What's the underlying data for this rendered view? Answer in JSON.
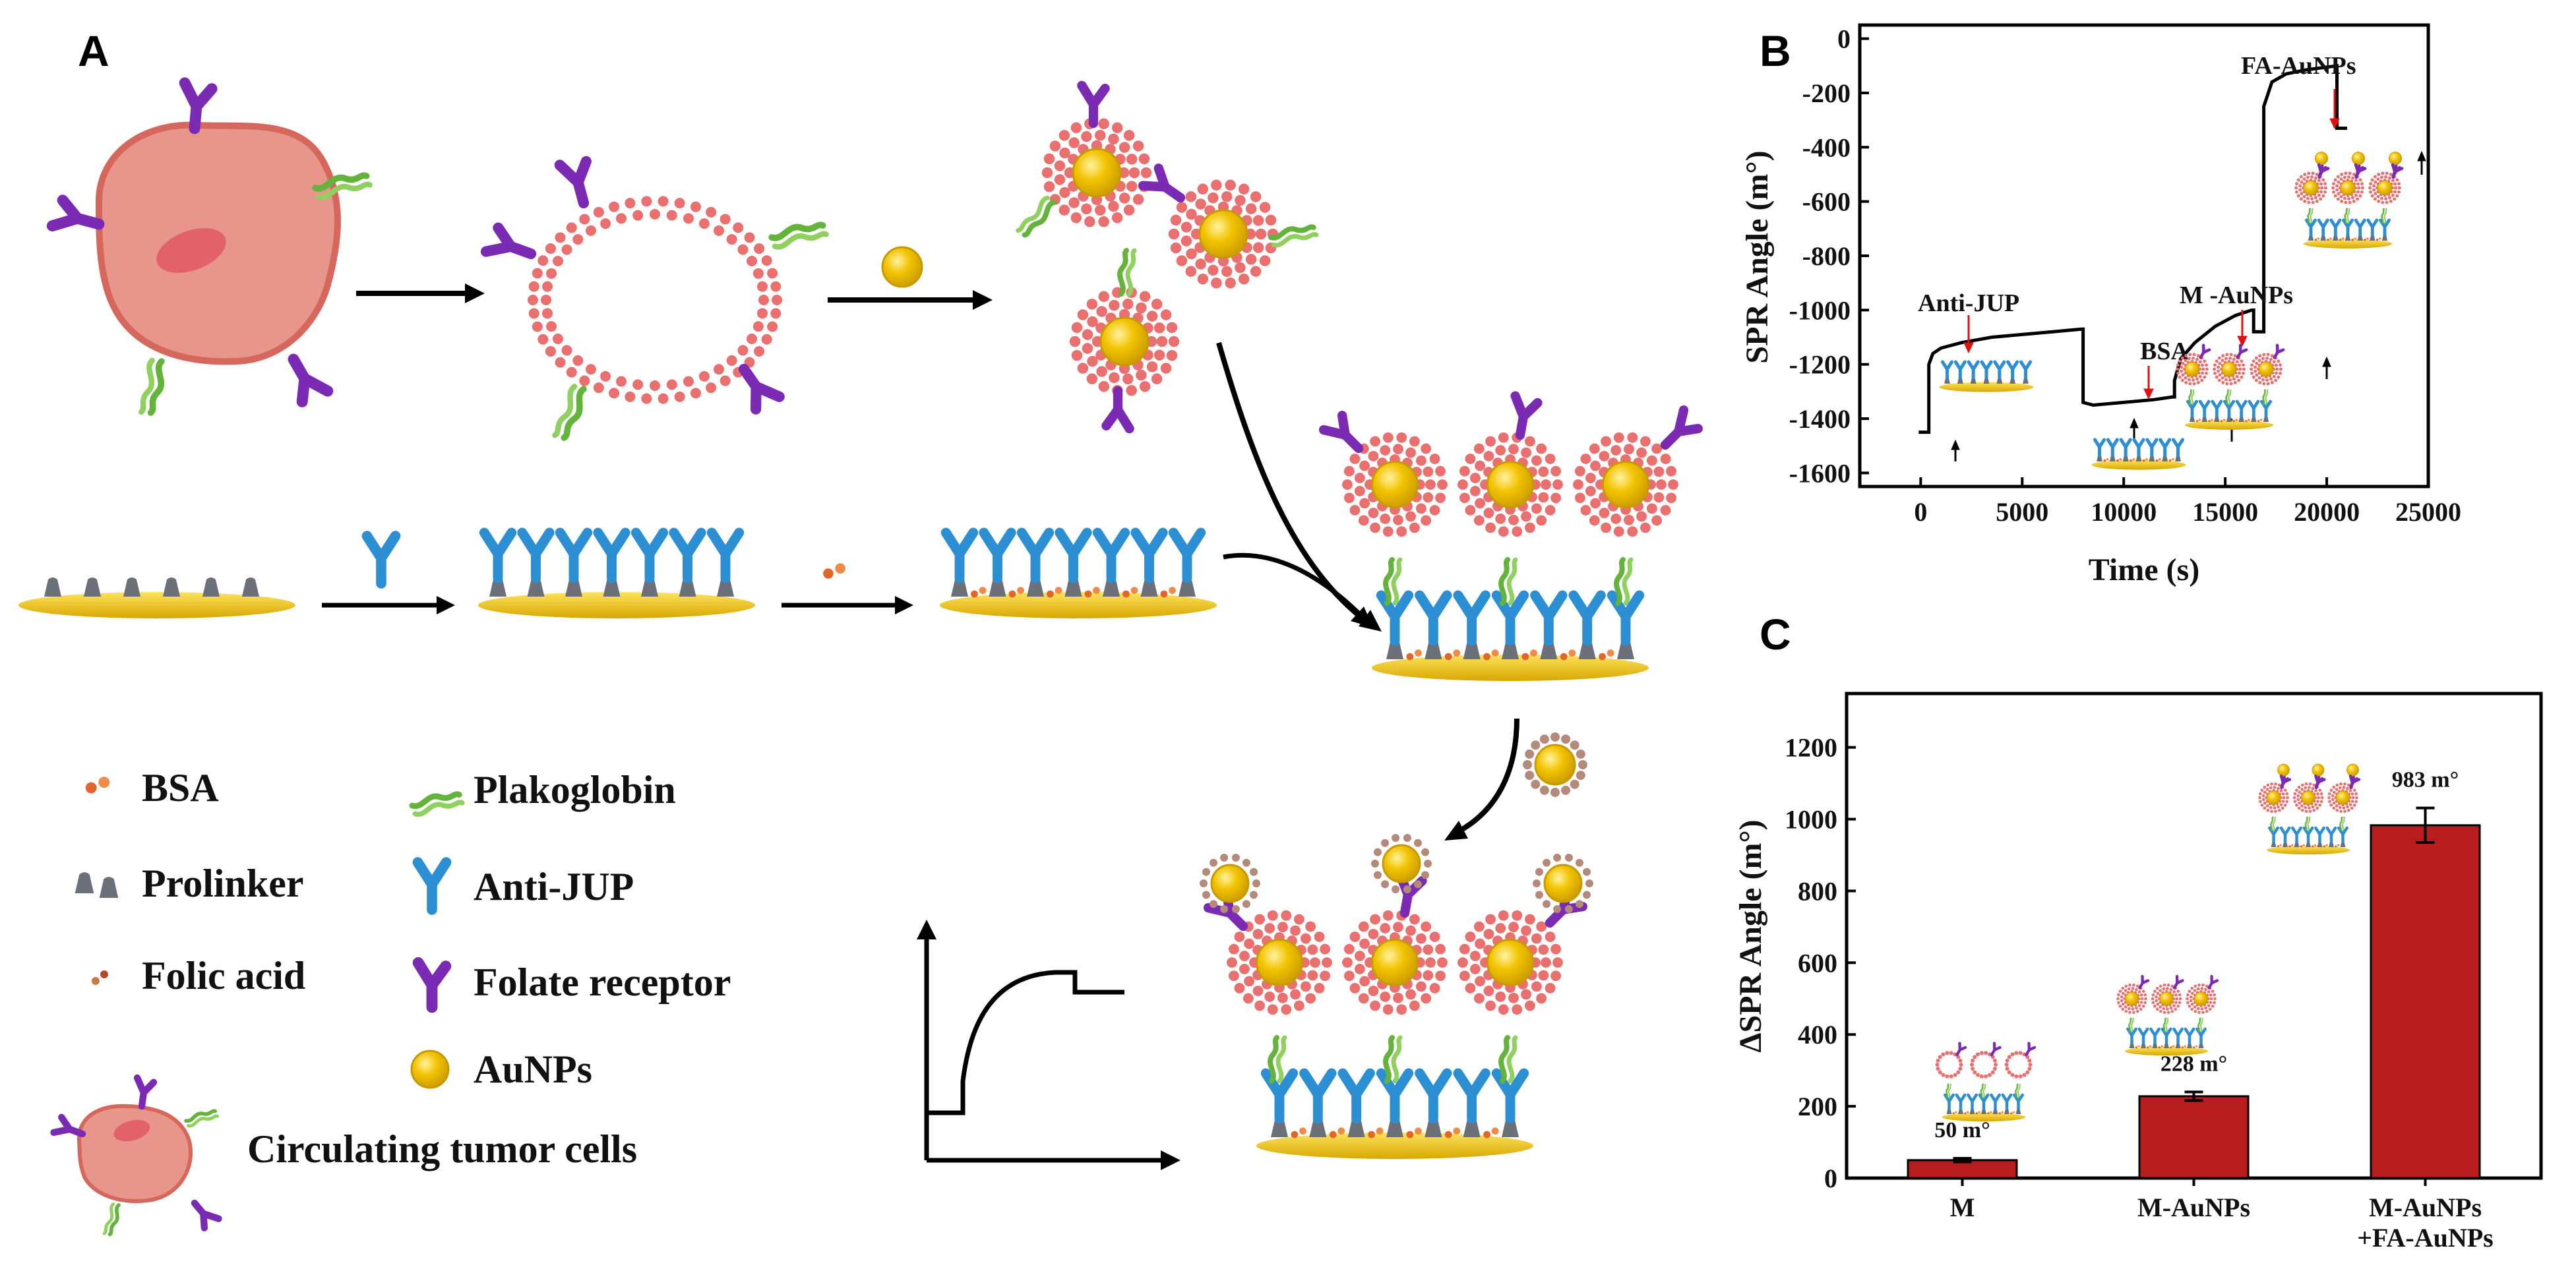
{
  "panels": {
    "a": "A",
    "b": "B",
    "c": "C"
  },
  "legend": {
    "bsa": "BSA",
    "prolinker": "Prolinker",
    "folic_acid": "Folic acid",
    "plakoglobin": "Plakoglobin",
    "anti_jup": "Anti-JUP",
    "folate_receptor": "Folate receptor",
    "aunps": "AuNPs",
    "ctc": "Circulating tumor cells"
  },
  "colors": {
    "cell_fill": "#e8958b",
    "cell_edge": "#d6675c",
    "nucleus": "#e2616a",
    "vesicle_dot": "#ea6f6f",
    "gold": "#f2c300",
    "gold_edge": "#c99a00",
    "plate": "#f5cf1f",
    "antibody": "#2d8fd3",
    "receptor": "#7b2bb3",
    "plakoglobin": "#64b43c",
    "prolinker": "#6b7079",
    "bsa": "#e2662a",
    "bar": "#b81c1c"
  },
  "chart_data": [
    {
      "type": "line",
      "panel": "B",
      "xlabel": "Time (s)",
      "ylabel": "SPR Angle (m°)",
      "xlim": [
        -3000,
        25000
      ],
      "ylim": [
        -1650,
        50
      ],
      "xticks": [
        "0",
        "5000",
        "10000",
        "15000",
        "20000",
        "25000"
      ],
      "yticks": [
        "0",
        "-200",
        "-400",
        "-600",
        "-800",
        "-1000",
        "-1200",
        "-1400",
        "-1600"
      ],
      "series": [
        {
          "x": [
            -100,
            400,
            400,
            600,
            1000,
            2000,
            3500,
            5000,
            6500,
            7900,
            8000,
            8000,
            8500,
            10000,
            11500,
            12400,
            12500,
            12500,
            12800,
            13500,
            14500,
            15500,
            16300,
            16400,
            16400,
            16900,
            16900,
            17300,
            18000,
            19000,
            20000,
            20500,
            20500,
            21000
          ],
          "y": [
            -1450,
            -1450,
            -1200,
            -1160,
            -1140,
            -1120,
            -1100,
            -1090,
            -1080,
            -1070,
            -1070,
            -1340,
            -1350,
            -1340,
            -1330,
            -1320,
            -1320,
            -1260,
            -1180,
            -1120,
            -1060,
            -1020,
            -1000,
            -1000,
            -1080,
            -1080,
            -250,
            -160,
            -130,
            -115,
            -105,
            -100,
            -330,
            -330
          ]
        }
      ],
      "annotations": [
        "Anti-JUP",
        "BSA",
        "M -AuNPs",
        "FA-AuNPs"
      ]
    },
    {
      "type": "bar",
      "panel": "C",
      "categories": [
        "M",
        "M-AuNPs",
        "M-AuNPs\n+FA-AuNPs"
      ],
      "values": [
        50,
        228,
        983
      ],
      "errors": [
        5,
        12,
        48
      ],
      "value_labels": [
        "50 m°",
        "228 m°",
        "983 m°"
      ],
      "ylabel": "ΔSPR Angle (m°)",
      "ylim": [
        0,
        1350
      ],
      "yticks": [
        "0",
        "200",
        "400",
        "600",
        "800",
        "1000",
        "1200"
      ]
    }
  ]
}
